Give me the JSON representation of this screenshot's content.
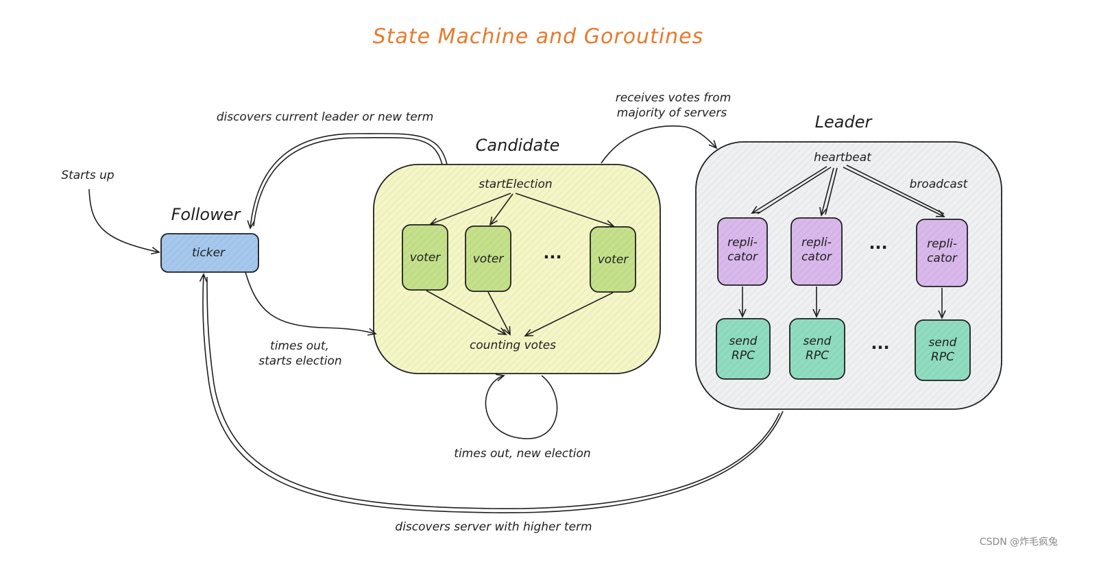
{
  "title": "State Machine and Goroutines",
  "states": {
    "follower": "Follower",
    "candidate": "Candidate",
    "leader": "Leader"
  },
  "nodes": {
    "ticker": "ticker",
    "start_election": "startElection",
    "voter": "voter",
    "counting_votes": "counting votes",
    "heartbeat": "heartbeat",
    "broadcast": "broadcast",
    "replicator_line1": "repli-",
    "replicator_line2": "cator",
    "send_line1": "send",
    "send_line2": "RPC",
    "ellipsis": "···"
  },
  "transitions": {
    "starts_up": "Starts up",
    "discovers_leader": "discovers current leader or new term",
    "receives_votes_line1": "receives votes from",
    "receives_votes_line2": "majority of servers",
    "times_out_line1": "times out,",
    "times_out_line2": "starts election",
    "new_election": "times out, new election",
    "higher_term": "discovers server with higher term"
  },
  "watermark": "CSDN @炸毛疯兔",
  "colors": {
    "title": "#e8792b",
    "follower_fill": "#a5c8ec",
    "candidate_fill": "#f4f6c6",
    "voter_fill": "#c5e08a",
    "leader_fill": "#eef0f2",
    "replicator_fill": "#d9b8ec",
    "send_rpc_fill": "#8fdcc0"
  },
  "icons": [
    "arrow-head"
  ]
}
